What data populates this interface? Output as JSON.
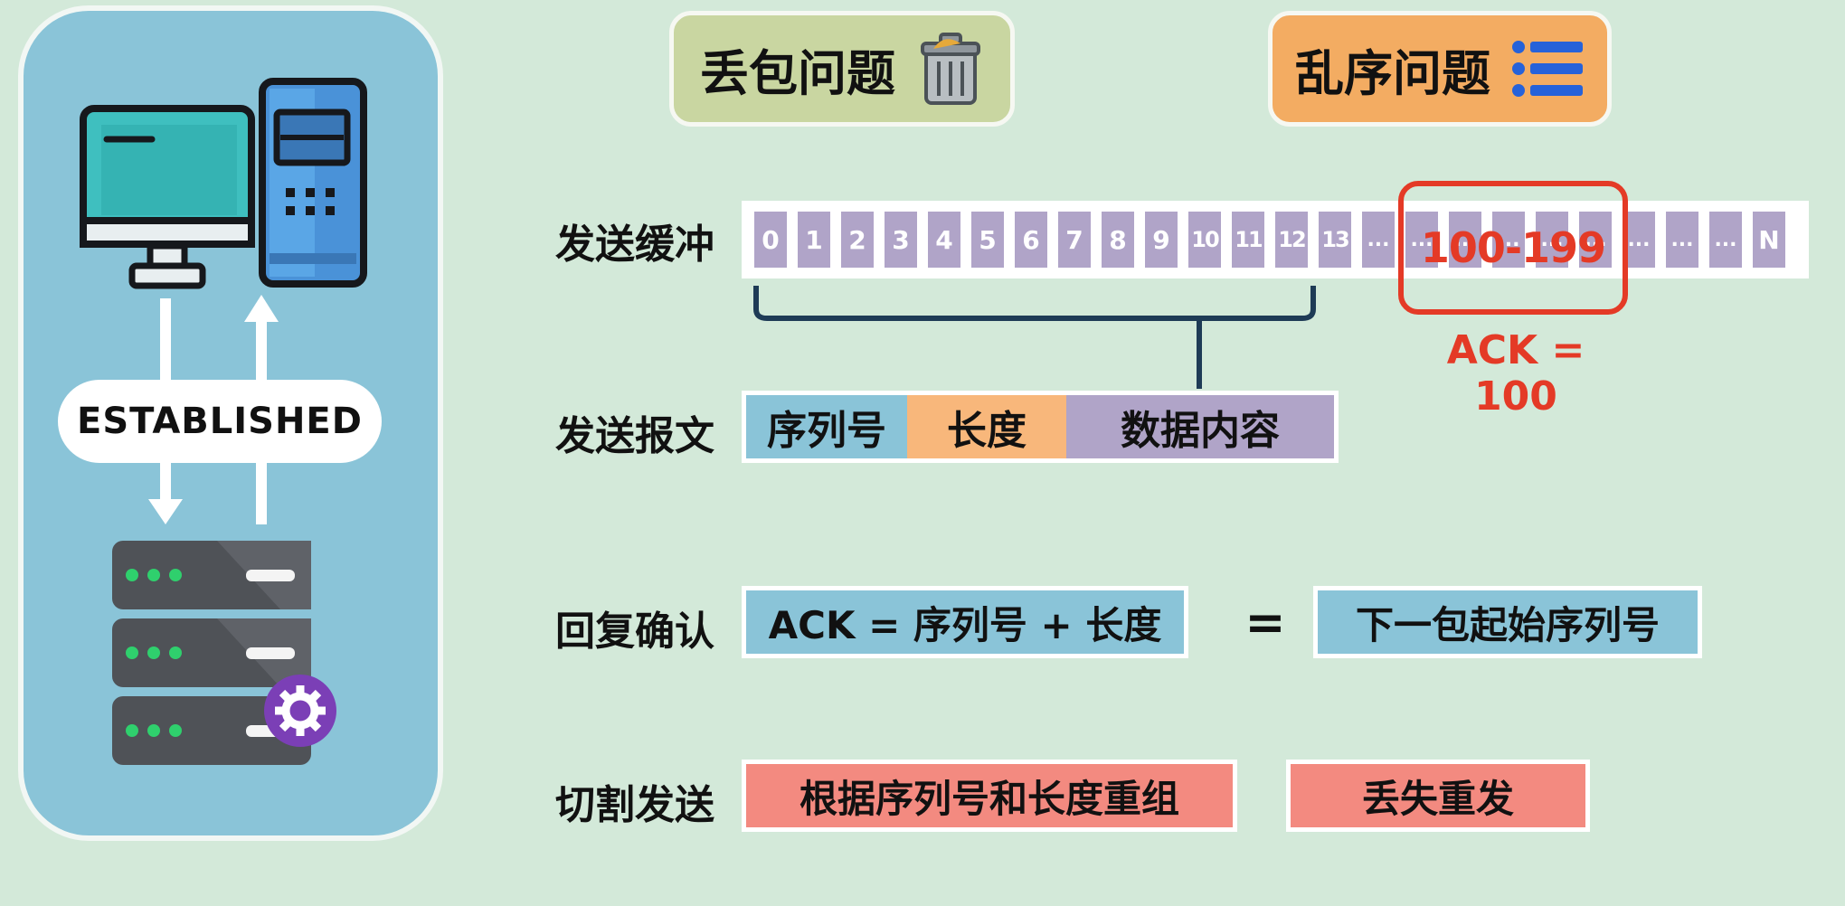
{
  "top_buttons": {
    "packet_loss": "丢包问题",
    "out_of_order": "乱序问题"
  },
  "left_panel": {
    "connection_state": "ESTABLISHED"
  },
  "rows": {
    "send_buffer": "发送缓冲",
    "send_packet": "发送报文",
    "ack_reply": "回复确认",
    "split_send": "切割发送"
  },
  "buffer": {
    "cells": [
      "0",
      "1",
      "2",
      "3",
      "4",
      "5",
      "6",
      "7",
      "8",
      "9",
      "10",
      "11",
      "12",
      "13",
      "...",
      "...",
      "...",
      "...",
      "...",
      "...",
      "...",
      "...",
      "...",
      "N"
    ],
    "highlight_range": "100-199",
    "ack_label": "ACK = 100"
  },
  "packet": {
    "seq": "序列号",
    "length": "长度",
    "data": "数据内容"
  },
  "ack_formula": {
    "left": "ACK = 序列号 + 长度",
    "equals": "=",
    "right": "下一包起始序列号"
  },
  "split": {
    "reassemble": "根据序列号和长度重组",
    "retransmit": "丢失重发"
  },
  "colors": {
    "background": "#d3e9d9",
    "panel_blue": "#8ac4d8",
    "buffer_purple": "#b0a4c8",
    "length_orange": "#f8b77b",
    "split_red": "#f38a80",
    "highlight_red": "#e43a26",
    "btn_green": "#c9d6a1",
    "btn_orange": "#f3ac62"
  },
  "icons": [
    "monitor-icon",
    "computer-tower-icon",
    "server-rack-icon",
    "gear-icon",
    "trash-can-icon",
    "list-icon",
    "arrow-up-icon",
    "arrow-down-icon"
  ]
}
